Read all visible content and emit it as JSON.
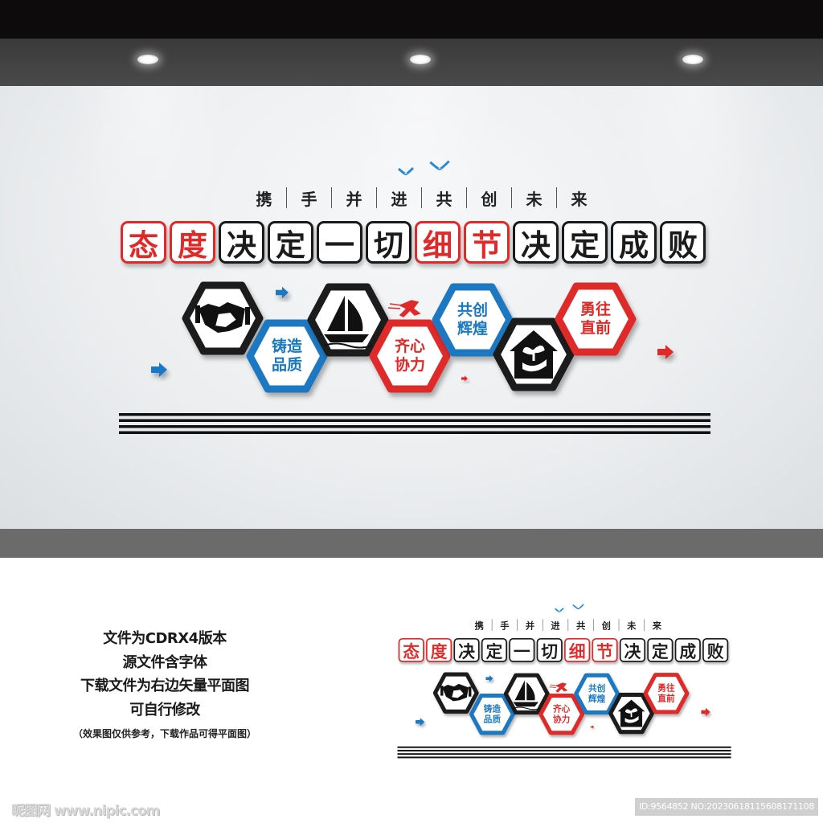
{
  "colors": {
    "red": "#e02a2a",
    "blue": "#1a78c2",
    "black": "#1b1b1b"
  },
  "slogan": [
    "携",
    "手",
    "并",
    "进",
    "共",
    "创",
    "未",
    "来"
  ],
  "title": [
    {
      "char": "态",
      "color": "red"
    },
    {
      "char": "度",
      "color": "red"
    },
    {
      "char": "决",
      "color": "black"
    },
    {
      "char": "定",
      "color": "black"
    },
    {
      "char": "一",
      "color": "black"
    },
    {
      "char": "切",
      "color": "black"
    },
    {
      "char": "细",
      "color": "red"
    },
    {
      "char": "节",
      "color": "red"
    },
    {
      "char": "决",
      "color": "black"
    },
    {
      "char": "定",
      "color": "black"
    },
    {
      "char": "成",
      "color": "black"
    },
    {
      "char": "败",
      "color": "black"
    }
  ],
  "hexagons": [
    {
      "color": "black",
      "icon": "handshake-icon",
      "lines": []
    },
    {
      "color": "blue",
      "lines": [
        "铸造",
        "品质"
      ]
    },
    {
      "color": "black",
      "icon": "sailboat-icon",
      "lines": []
    },
    {
      "color": "red",
      "lines": [
        "齐心",
        "协力"
      ]
    },
    {
      "color": "blue",
      "lines": [
        "共创",
        "辉煌"
      ]
    },
    {
      "color": "black",
      "icon": "house-plant-icon",
      "lines": []
    },
    {
      "color": "red",
      "lines": [
        "勇往",
        "直前"
      ]
    }
  ],
  "notes": {
    "lines": [
      "文件为CDRX4版本",
      "源文件含字体",
      "下载文件为右边矢量平面图",
      "可自行修改"
    ],
    "small": "（效果图仅供参考，下载作品可得平面图）"
  },
  "watermark": "昵图网 www.nipic.com",
  "image_id": "ID:9564852 NO:20230618115608171108"
}
